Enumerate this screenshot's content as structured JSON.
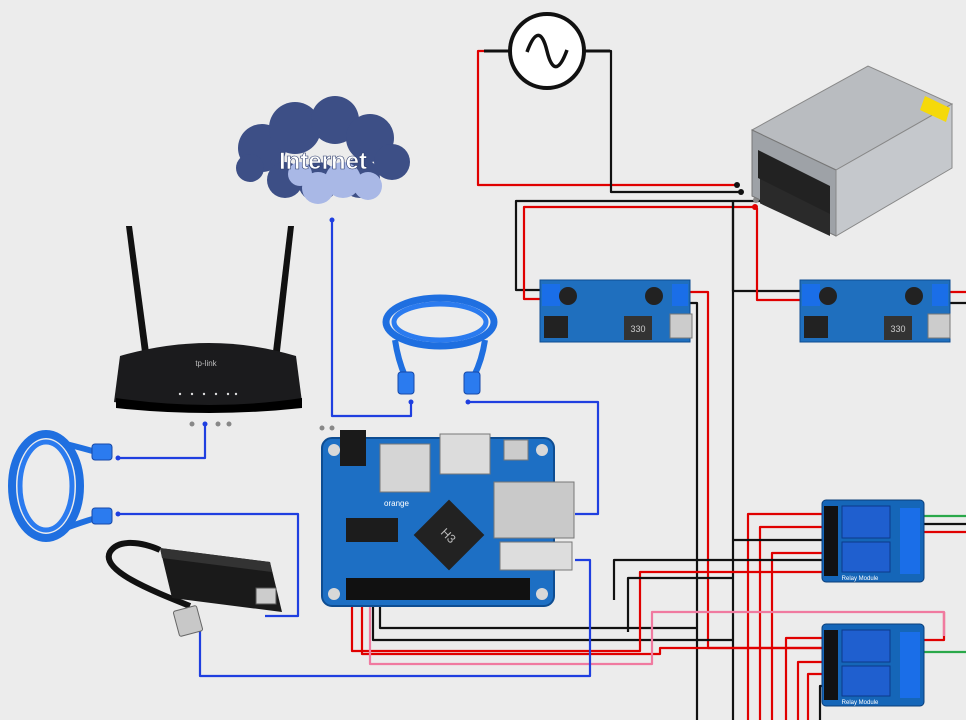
{
  "diagram": {
    "cloud_label": "Internet",
    "router_brand": "tp-link",
    "sbc_chip_label": "H3",
    "sbc_brand": "orange",
    "buck_converter_label": "330",
    "relay_label": "Relay Module",
    "colors": {
      "background": "#ececec",
      "wire_red": "#e00000",
      "wire_black": "#111111",
      "wire_blue": "#1f3fe0",
      "wire_pink": "#f07aa0",
      "wire_green": "#2aa84a",
      "wire_gray": "#888888",
      "pcb_blue": "#1d6fc4",
      "relay_pcb": "#1566b8",
      "cable_blue": "#1f6fe0",
      "cloud_dark": "#3d4f86",
      "cloud_light": "#a9b8e6"
    },
    "icons": [
      "ac-source-icon",
      "cloud-icon",
      "router-icon",
      "ethernet-cable-icon",
      "usb-ethernet-adapter-icon",
      "power-supply-icon",
      "buck-converter-icon",
      "relay-module-icon",
      "sbc-board-icon"
    ]
  }
}
